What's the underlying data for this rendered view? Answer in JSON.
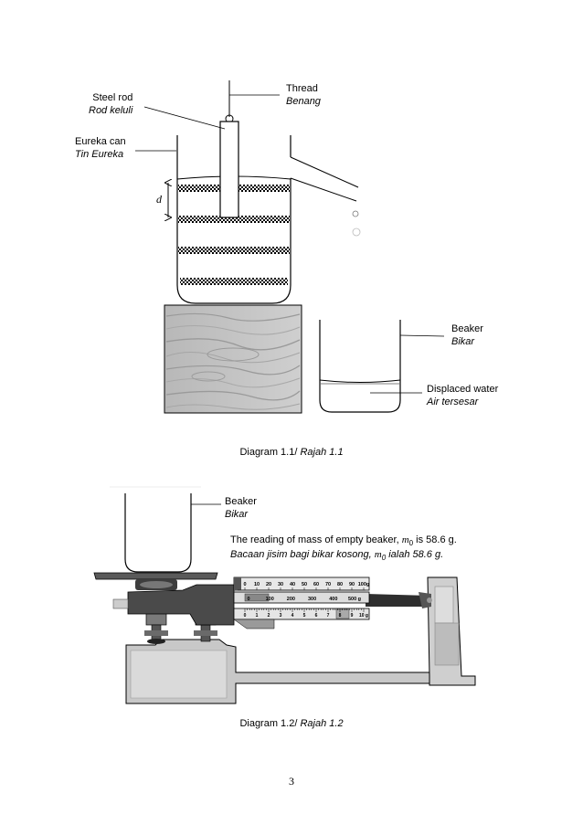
{
  "diagram1": {
    "labels": {
      "thread": "Thread",
      "thread_ms": "Benang",
      "steel_rod": "Steel rod",
      "steel_rod_ms": "Rod keluli",
      "eureka_can": "Eureka can",
      "eureka_can_ms": "Tin Eureka",
      "d": "d",
      "beaker": "Beaker",
      "beaker_ms": "Bikar",
      "displaced_water": "Displaced water",
      "displaced_water_ms": "Air tersesar"
    },
    "caption_en": "Diagram 1.1/ ",
    "caption_ms": "Rajah 1.1"
  },
  "diagram2": {
    "labels": {
      "beaker": "Beaker",
      "beaker_ms": "Bikar",
      "reading_en_pre": "The reading of mass of empty beaker, ",
      "reading_en_var": "m",
      "reading_en_sub": "0",
      "reading_en_post": " is 58.6 g.",
      "reading_ms_pre": "Bacaan jisim bagi bikar kosong, ",
      "reading_ms_var": "m",
      "reading_ms_sub": "0",
      "reading_ms_post": " ialah 58.6 g."
    },
    "scale_top": [
      "0",
      "10",
      "20",
      "30",
      "40",
      "50",
      "60",
      "70",
      "80",
      "90",
      "100g"
    ],
    "scale_mid": [
      "0",
      "100",
      "200",
      "300",
      "400",
      "500 g"
    ],
    "scale_bot": [
      "0",
      "1",
      "2",
      "3",
      "4",
      "5",
      "6",
      "7",
      "8",
      "9",
      "10 g"
    ],
    "caption_en": "Diagram 1.2/ ",
    "caption_ms": "Rajah 1.2"
  },
  "page_number": "3"
}
